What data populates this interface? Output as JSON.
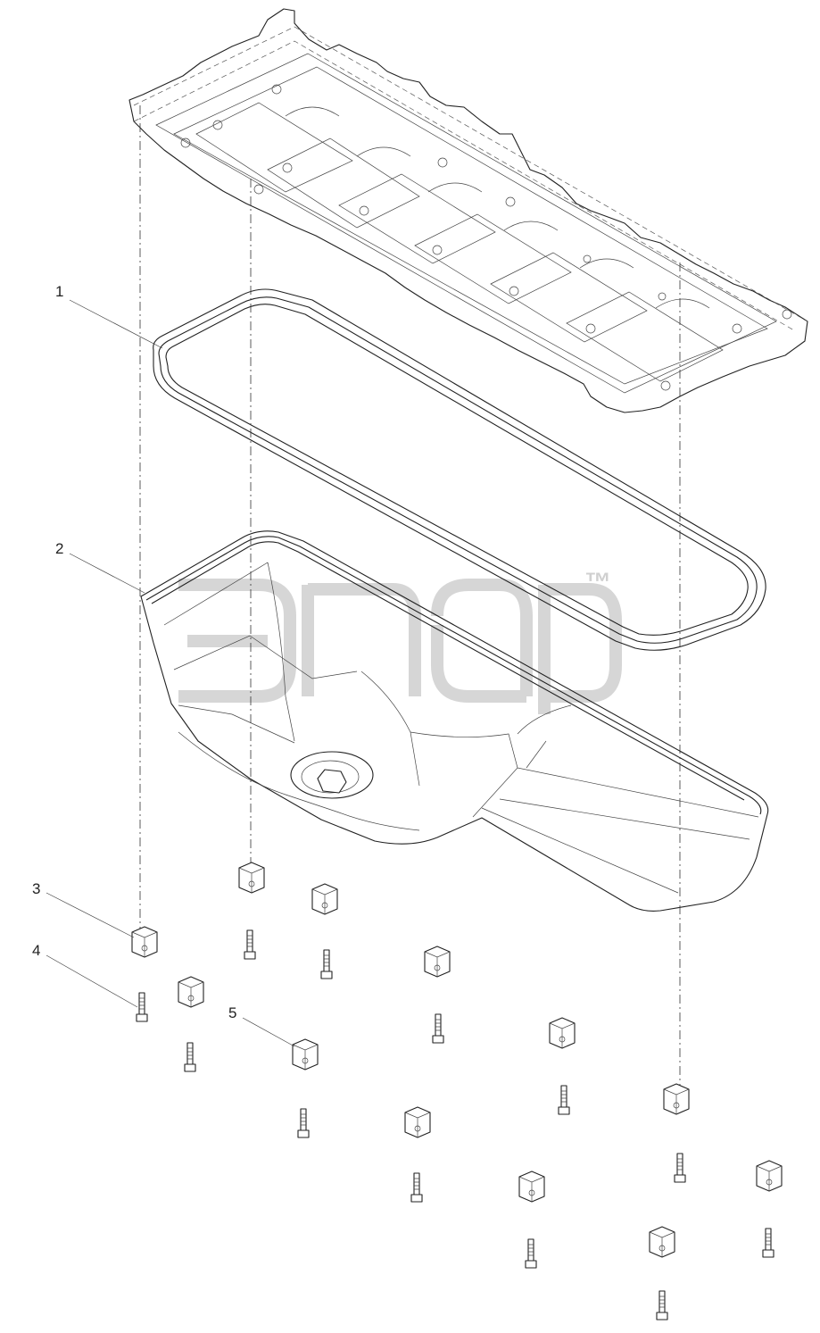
{
  "diagram": {
    "callouts": [
      {
        "id": "1",
        "label": "1"
      },
      {
        "id": "2",
        "label": "2"
      },
      {
        "id": "3",
        "label": "3"
      },
      {
        "id": "4",
        "label": "4"
      },
      {
        "id": "5",
        "label": "5"
      }
    ],
    "watermark": {
      "mark": "™"
    }
  }
}
